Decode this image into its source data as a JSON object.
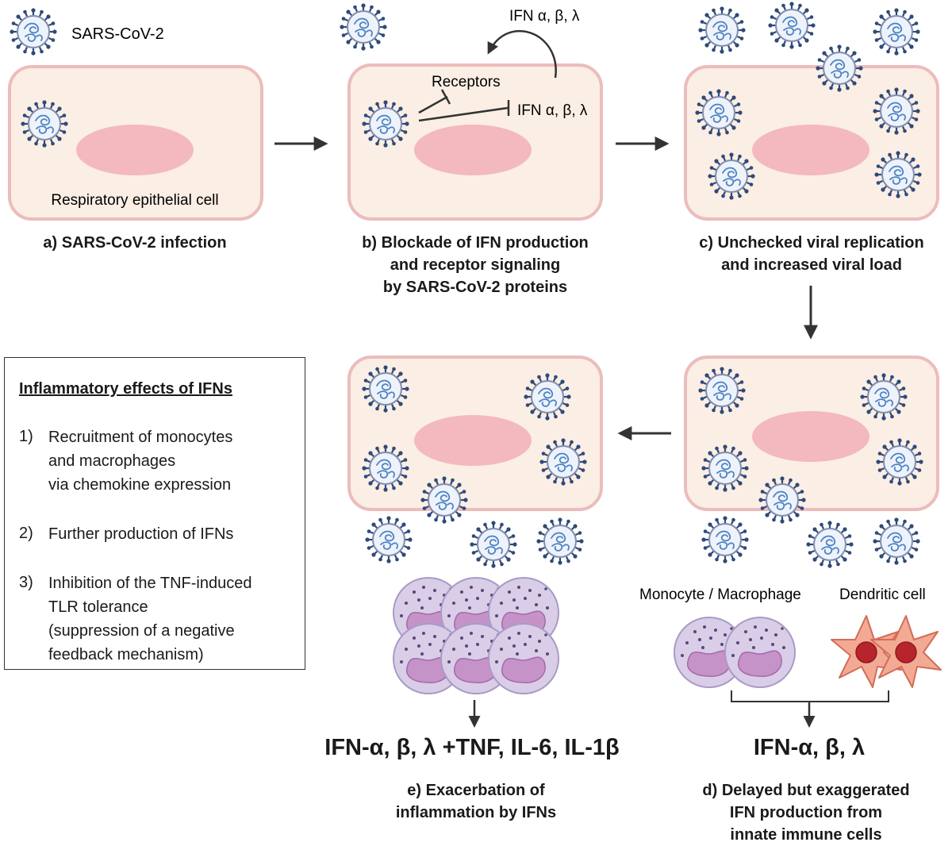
{
  "labels": {
    "virus_legend": "SARS-CoV-2",
    "cell_label": "Respiratory epithelial cell",
    "ifn_top": "IFN α, β, λ",
    "receptors": "Receptors",
    "ifn_mid": "IFN α, β, λ",
    "monocyte": "Monocyte / Macrophage",
    "dendritic": "Dendritic cell"
  },
  "captions": {
    "a": "a) SARS-CoV-2 infection",
    "b": "b) Blockade of IFN production\nand receptor signaling\nby SARS-CoV-2 proteins",
    "c": "c) Unchecked viral replication\nand increased viral load",
    "d": "d) Delayed but exaggerated\nIFN production from\ninnate immune cells",
    "e": "e) Exacerbation of\ninflammation by IFNs"
  },
  "outputs": {
    "left": "IFN-α, β, λ +TNF, IL-6, IL-1β",
    "right": "IFN-α, β, λ"
  },
  "legend": {
    "title": "Inflammatory effects of IFNs",
    "items": [
      {
        "num": "1)",
        "text": "Recruitment of monocytes\nand macrophages\nvia chemokine expression"
      },
      {
        "num": "2)",
        "text": "Further production of IFNs"
      },
      {
        "num": "3)",
        "text": "Inhibition of the TNF-induced\nTLR tolerance\n(suppression of a negative\nfeedback mechanism)"
      }
    ]
  },
  "colors": {
    "cell_fill": "#fbeee4",
    "cell_border": "#ecbcbc",
    "nucleus": "#f3b9bd",
    "virus_spike": "#2e4a7a",
    "immune_cell": "#d9cde8",
    "immune_nucleus": "#c593c8",
    "dendritic_fill": "#f2aa94",
    "dendritic_nucleus": "#b8242c"
  }
}
